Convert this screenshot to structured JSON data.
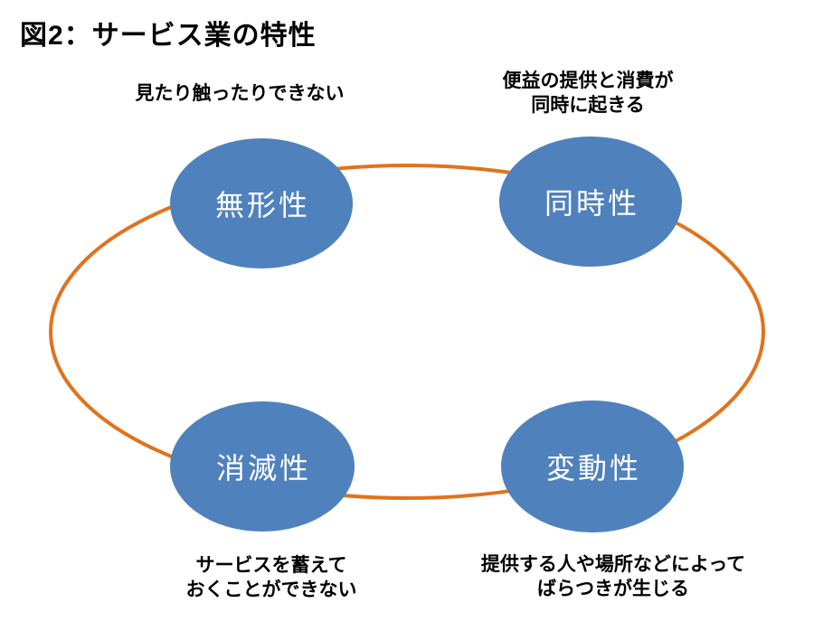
{
  "title": "図2：サービス業の特性",
  "colors": {
    "background": "#FFFFFF",
    "node-fill": "#4F81BD",
    "node-text": "#FFFFFF",
    "ring-stroke": "#E0731C",
    "text": "#000000"
  },
  "nodes": [
    {
      "name": "intangibility",
      "label": "無形性"
    },
    {
      "name": "simultaneity",
      "label": "同時性"
    },
    {
      "name": "perishability",
      "label": "消滅性"
    },
    {
      "name": "variability",
      "label": "変動性"
    }
  ],
  "captions": [
    {
      "name": "intangibility",
      "line1": "見たり触ったりできない",
      "line2": ""
    },
    {
      "name": "simultaneity",
      "line1": "便益の提供と消費が",
      "line2": "同時に起きる"
    },
    {
      "name": "perishability",
      "line1": "サービスを蓄えて",
      "line2": "おくことができない"
    },
    {
      "name": "variability",
      "line1": "提供する人や場所などによって",
      "line2": "ばらつきが生じる"
    }
  ]
}
